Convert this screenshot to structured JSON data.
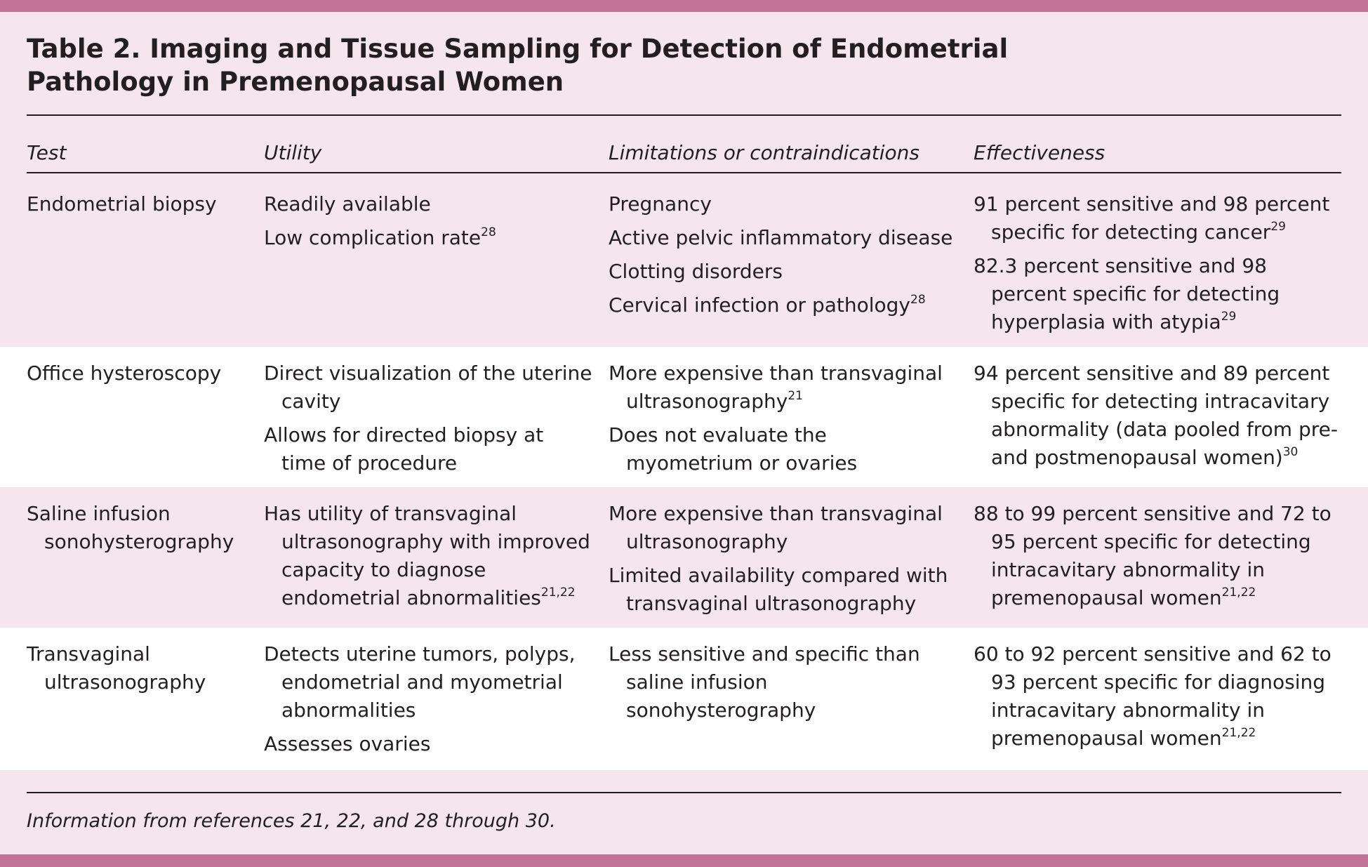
{
  "title": "Table 2. Imaging and Tissue Sampling for Detection of Endometrial Pathology in Premenopausal Women",
  "headers": [
    "Test",
    "Utility",
    "Limitations or contraindications",
    "Effectiveness"
  ],
  "rows": [
    {
      "test": [
        "Endometrial biopsy"
      ],
      "utility": [
        {
          "text": "Readily available",
          "ref": ""
        },
        {
          "text": "Low complication rate",
          "ref": "28"
        }
      ],
      "limitations": [
        {
          "text": "Pregnancy",
          "ref": ""
        },
        {
          "text": "Active pelvic inflammatory disease",
          "ref": ""
        },
        {
          "text": "Clotting disorders",
          "ref": ""
        },
        {
          "text": "Cervical infection or pathology",
          "ref": "28"
        }
      ],
      "effectiveness": [
        {
          "text": "91 percent sensitive and 98 percent specific for detecting cancer",
          "ref": "29"
        },
        {
          "text": "82.3 percent sensitive and 98 percent specific for detecting hyperplasia with atypia",
          "ref": "29"
        }
      ]
    },
    {
      "test": [
        "Office hysteroscopy"
      ],
      "utility": [
        {
          "text": "Direct visualization of the uterine cavity",
          "ref": ""
        },
        {
          "text": "Allows for directed biopsy at time of procedure",
          "ref": ""
        }
      ],
      "limitations": [
        {
          "text": "More expensive than transvaginal ultrasonography",
          "ref": "21"
        },
        {
          "text": "Does not evaluate the myometrium or ovaries",
          "ref": ""
        }
      ],
      "effectiveness": [
        {
          "text": "94 percent sensitive and 89 percent specific for detecting intracavitary abnormality (data pooled from pre- and postmenopausal women)",
          "ref": "30"
        }
      ]
    },
    {
      "test": [
        "Saline infusion sonohysterography"
      ],
      "utility": [
        {
          "text": "Has utility of transvaginal ultrasonography with improved capacity to diagnose endometrial abnormalities",
          "ref": "21,22"
        }
      ],
      "limitations": [
        {
          "text": "More expensive than transvaginal ultrasonography",
          "ref": ""
        },
        {
          "text": "Limited availability compared with transvaginal ultrasonography",
          "ref": ""
        }
      ],
      "effectiveness": [
        {
          "text": "88 to 99 percent sensitive and 72 to 95 percent specific for detecting intracavitary abnormality in premenopausal women",
          "ref": "21,22"
        }
      ]
    },
    {
      "test": [
        "Transvaginal ultrasonography"
      ],
      "utility": [
        {
          "text": "Detects uterine tumors, polyps, endometrial and myometrial abnormalities",
          "ref": ""
        },
        {
          "text": "Assesses ovaries",
          "ref": ""
        }
      ],
      "limitations": [
        {
          "text": "Less sensitive and specific than saline infusion sonohysterography",
          "ref": ""
        }
      ],
      "effectiveness": [
        {
          "text": "60 to 92 percent sensitive and 62 to 93 percent specific for diagnosing intracavitary abnormality in premenopausal women",
          "ref": "21,22"
        }
      ]
    }
  ],
  "footnote": "Information from references 21, 22, and 28 through 30.",
  "colors": {
    "accent_bar": "#c27498",
    "band_pink": "#f5e5ed",
    "band_white": "#ffffff",
    "text": "#231f20"
  }
}
